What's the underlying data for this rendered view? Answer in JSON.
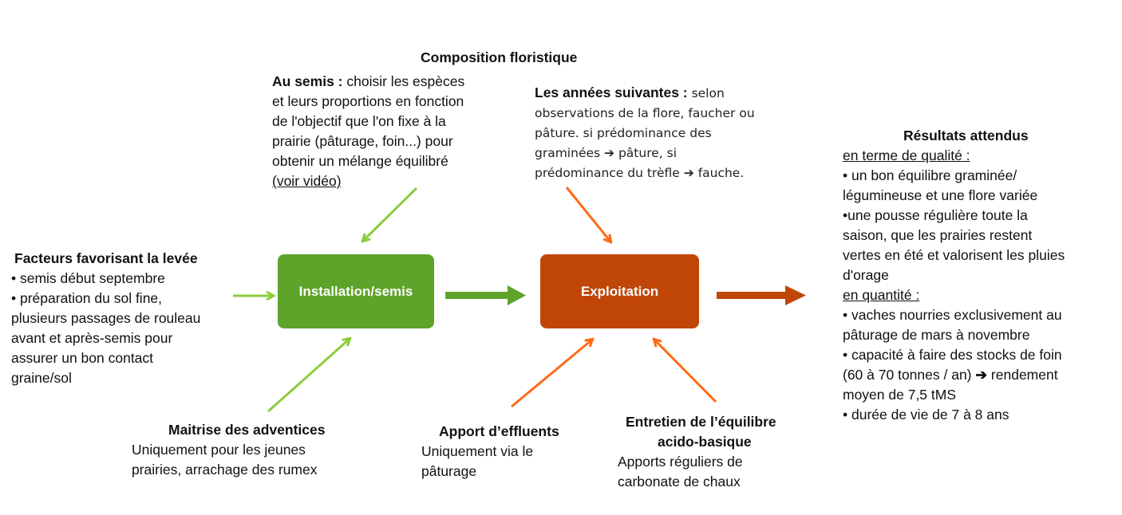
{
  "colors": {
    "green": "#5ea32a",
    "light_green": "#8ccc3c",
    "orange": "#ff6a14",
    "rust": "#c04608"
  },
  "title_top": "Composition floristique",
  "box_install": "Installation/semis",
  "box_exploit": "Exploitation",
  "semis": {
    "heading": "Au semis :",
    "line1": "choisir les espèces",
    "lines": [
      "et leurs proportions en fonction",
      "de l'objectif que l'on fixe à la",
      "prairie (pâturage, foin...) pour",
      "obtenir un mélange équilibré"
    ],
    "link": "(voir vidéo)"
  },
  "annees": {
    "heading": "Les années suivantes :",
    "line1": "selon",
    "line2": "observations de la flore, faucher ou",
    "line3": "pâture. si prédominance des",
    "line4a": "graminées",
    "line4b": "pâture, si",
    "line5a": "prédominance du trèfle",
    "line5b": "fauche.",
    "arrow_glyph": "➔"
  },
  "facteurs": {
    "heading": "Facteurs favorisant la levée",
    "lines": [
      "• semis début septembre",
      "• préparation du sol fine,",
      "plusieurs passages de rouleau",
      "avant et après-semis pour",
      "assurer un bon contact",
      "graine/sol"
    ]
  },
  "maitrise": {
    "heading": "Maitrise des adventices",
    "lines": [
      "Uniquement pour les jeunes",
      "prairies, arrachage des rumex"
    ]
  },
  "apport": {
    "heading": "Apport d’effluents",
    "lines": [
      "Uniquement via le",
      "pâturage"
    ]
  },
  "entretien": {
    "heading1": "Entretien de l’équilibre",
    "heading2": "acido-basique",
    "lines": [
      "Apports réguliers de",
      "carbonate de chaux"
    ]
  },
  "resultats": {
    "heading": "Résultats attendus",
    "sub_qualite": "en terme de qualité :",
    "qualite_lines": [
      "• un bon équilibre graminée/",
      "légumineuse et une flore variée",
      "•une pousse régulière toute la",
      "saison, que les prairies restent",
      "vertes en été et valorisent les pluies",
      "d'orage"
    ],
    "sub_quantite": "en quantité :",
    "quantite_lines": [
      "• vaches nourries exclusivement au",
      "pâturage de mars à novembre",
      "• capacité à faire des stocks de foin"
    ],
    "stock_a": "(60 à 70 tonnes / an)",
    "stock_b": "rendement",
    "quantite_lines2": [
      "moyen de 7,5 tMS",
      "• durée de vie de 7 à 8 ans"
    ]
  }
}
